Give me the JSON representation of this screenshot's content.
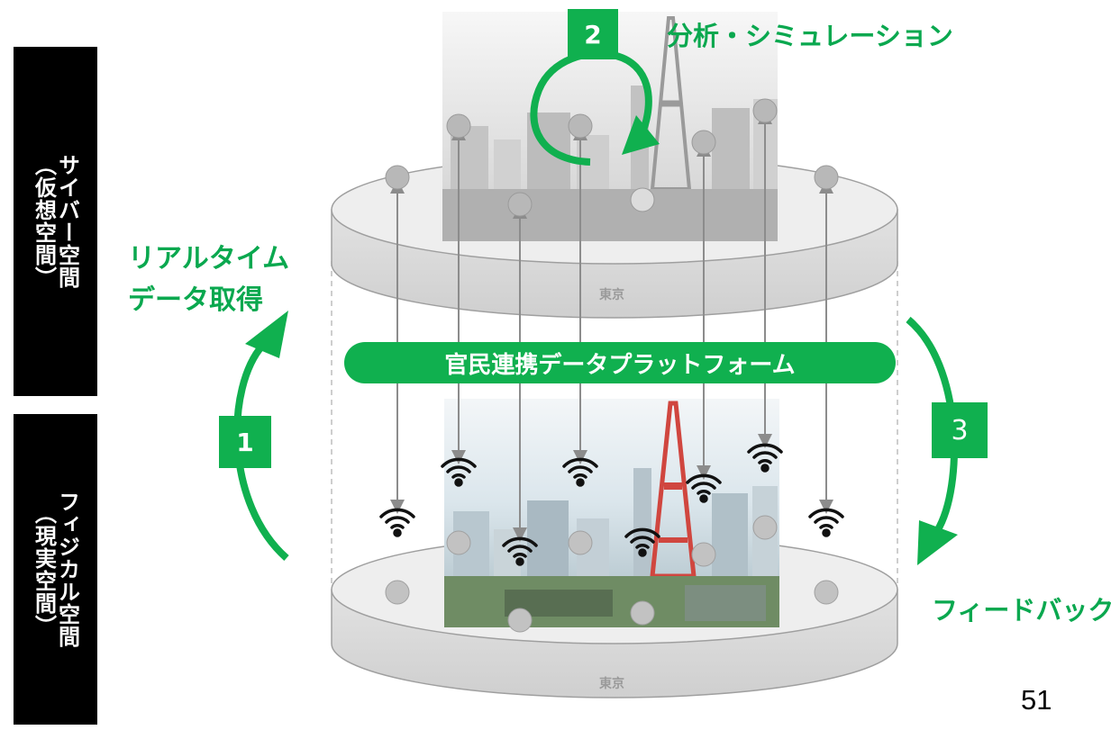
{
  "labels": {
    "cyber_space": [
      "サイバー空間",
      "（仮想空間）"
    ],
    "physical_space": [
      "フィジカル空間",
      "（現実空間）"
    ],
    "realtime_line1": "リアルタイム",
    "realtime_line2": "データ取得",
    "analysis_simulation": "分析・シミュレーション",
    "feedback": "フィードバック",
    "platform": "官民連携データプラットフォーム",
    "disc_top_label": "東京",
    "disc_bottom_label": "東京"
  },
  "steps": [
    "1",
    "2",
    "3"
  ],
  "page_number": "51",
  "icons": [
    "wifi-signal-icon",
    "sensor-node-icon",
    "cycle-arrow-icon"
  ],
  "colors": {
    "accent_green": "#10b04f",
    "text_green": "#0aa84f",
    "disc_gray": "#d9d9d9",
    "arrow_gray": "#8c8c8c",
    "label_black": "#000000"
  }
}
